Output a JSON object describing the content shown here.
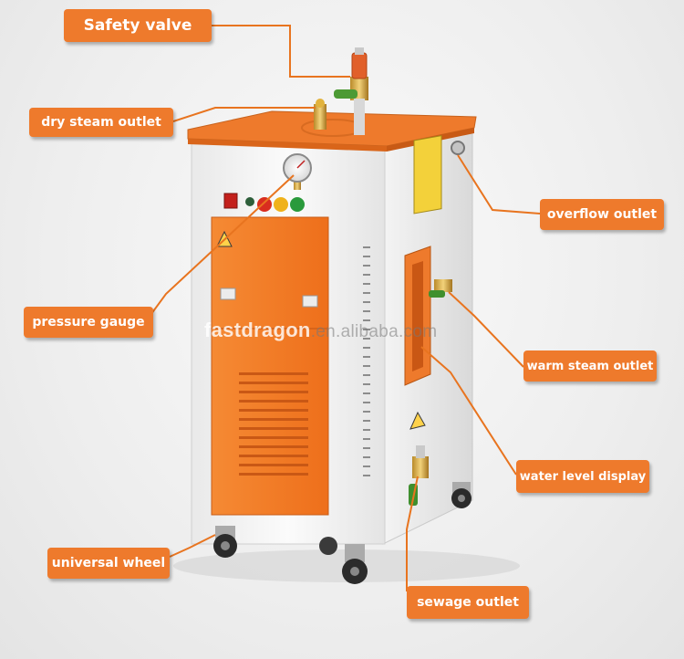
{
  "colors": {
    "accent_orange": "#ee7a2c",
    "panel_orange": "#f27b23",
    "body_white": "#f6f6f6",
    "leader_line": "#e8741f"
  },
  "labels": {
    "safety_valve": "Safety valve",
    "dry_steam_outlet": "dry steam outlet",
    "overflow_outlet": "overflow outlet",
    "pressure_gauge": "pressure gauge",
    "warm_steam_outlet": "warm steam outlet",
    "water_level_display": "water level display",
    "universal_wheel": "universal wheel",
    "sewage_outlet": "sewage outlet"
  },
  "watermark": {
    "brand": "fastdragon",
    "domain": ".en.alibaba.com"
  }
}
